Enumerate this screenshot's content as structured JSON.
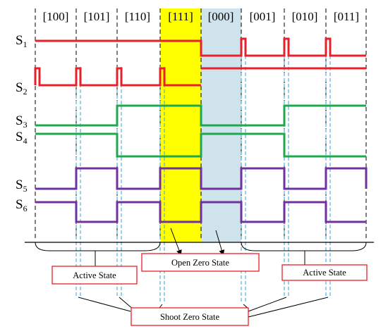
{
  "states": [
    "[100]",
    "[101]",
    "[110]",
    "[111]",
    "[000]",
    "[001]",
    "[010]",
    "[011]"
  ],
  "signals": [
    {
      "name": "S",
      "sub": "1"
    },
    {
      "name": "S",
      "sub": "2"
    },
    {
      "name": "S",
      "sub": "3"
    },
    {
      "name": "S",
      "sub": "4"
    },
    {
      "name": "S",
      "sub": "5"
    },
    {
      "name": "S",
      "sub": "6"
    }
  ],
  "labels": {
    "active_left": "Active State",
    "open_zero": "Open Zero State",
    "active_right": "Active State",
    "shoot_zero": "Shoot Zero State"
  },
  "colors": {
    "s12": "#e8202a",
    "s34": "#1fa84e",
    "s56": "#7030a0",
    "highlight_open": "#ffff00",
    "highlight_shoot": "#cfe3ec",
    "dash": "#4ab3e6",
    "box_border": "#e8202a"
  }
}
